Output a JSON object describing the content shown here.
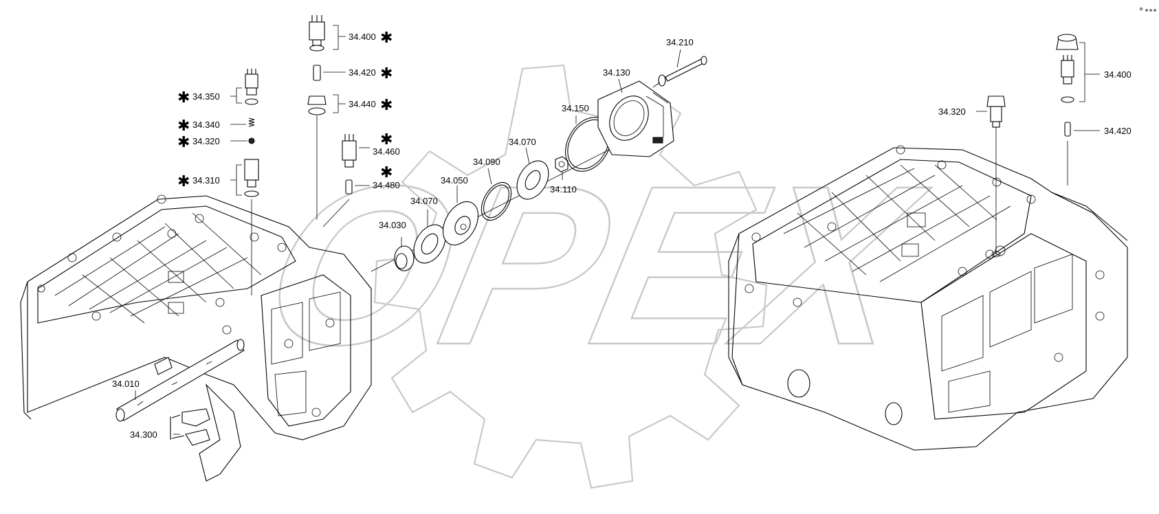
{
  "labels": {
    "p34400_left": "34.400",
    "p34420_left": "34.420",
    "p34440": "34.440",
    "p34350": "34.350",
    "p34340": "34.340",
    "p34320_left": "34.320",
    "p34310": "34.310",
    "p34460": "34.460",
    "p34480": "34.480",
    "p34030": "34.030",
    "p34070_a": "34.070",
    "p34050": "34.050",
    "p34090": "34.090",
    "p34070_b": "34.070",
    "p34110": "34.110",
    "p34150": "34.150",
    "p34130": "34.130",
    "p34210": "34.210",
    "p34010": "34.010",
    "p34300": "34.300",
    "p34320_right": "34.320",
    "p34400_right": "34.400",
    "p34420_right": "34.420"
  },
  "star_symbol": "✱",
  "watermark_text": "OPEX",
  "colors": {
    "line": "#000000",
    "watermark": "#c8c8c8",
    "background": "#ffffff"
  }
}
